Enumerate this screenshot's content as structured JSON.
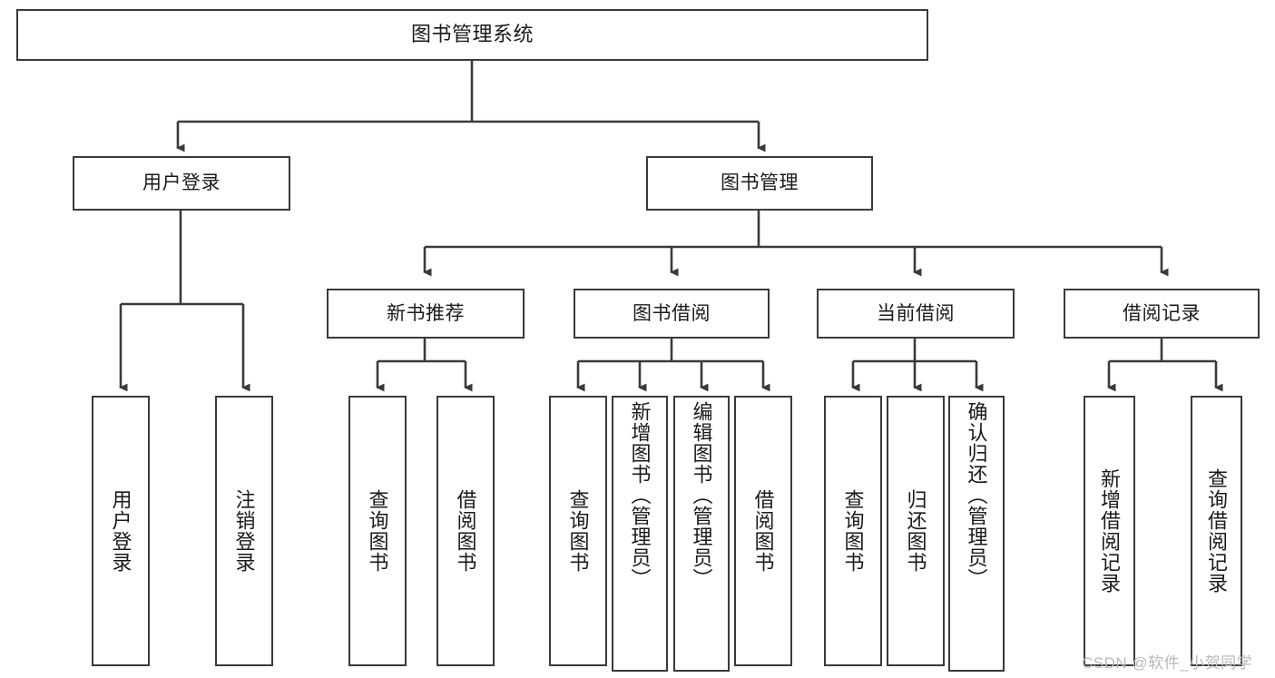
{
  "diagram": {
    "title": "图书管理系统",
    "type": "tree-hierarchy-diagram",
    "colors": {
      "stroke": "#3a3a3a",
      "fill": "#ffffff",
      "text": "#1a1a1a",
      "watermark": "#b9b9b9"
    },
    "root": {
      "label": "图书管理系统"
    },
    "level2": [
      {
        "label": "用户登录"
      },
      {
        "label": "图书管理"
      }
    ],
    "level3": [
      {
        "label": "新书推荐"
      },
      {
        "label": "图书借阅"
      },
      {
        "label": "当前借阅"
      },
      {
        "label": "借阅记录"
      }
    ],
    "leaves": {
      "user_login": [
        {
          "label": "用户登录"
        },
        {
          "label": "注销登录"
        }
      ],
      "new_book_recommend": [
        {
          "label": "查询图书"
        },
        {
          "label": "借阅图书"
        }
      ],
      "book_borrow": [
        {
          "label": "查询图书"
        },
        {
          "label": "新增图书（管理员）"
        },
        {
          "label": "编辑图书（管理员）"
        },
        {
          "label": "借阅图书"
        }
      ],
      "current_borrow": [
        {
          "label": "查询图书"
        },
        {
          "label": "归还图书"
        },
        {
          "label": "确认归还（管理员）"
        }
      ],
      "borrow_record": [
        {
          "label": "新增借阅记录"
        },
        {
          "label": "查询借阅记录"
        }
      ]
    }
  },
  "watermark": {
    "text": "CSDN @软件_小贺同学"
  }
}
